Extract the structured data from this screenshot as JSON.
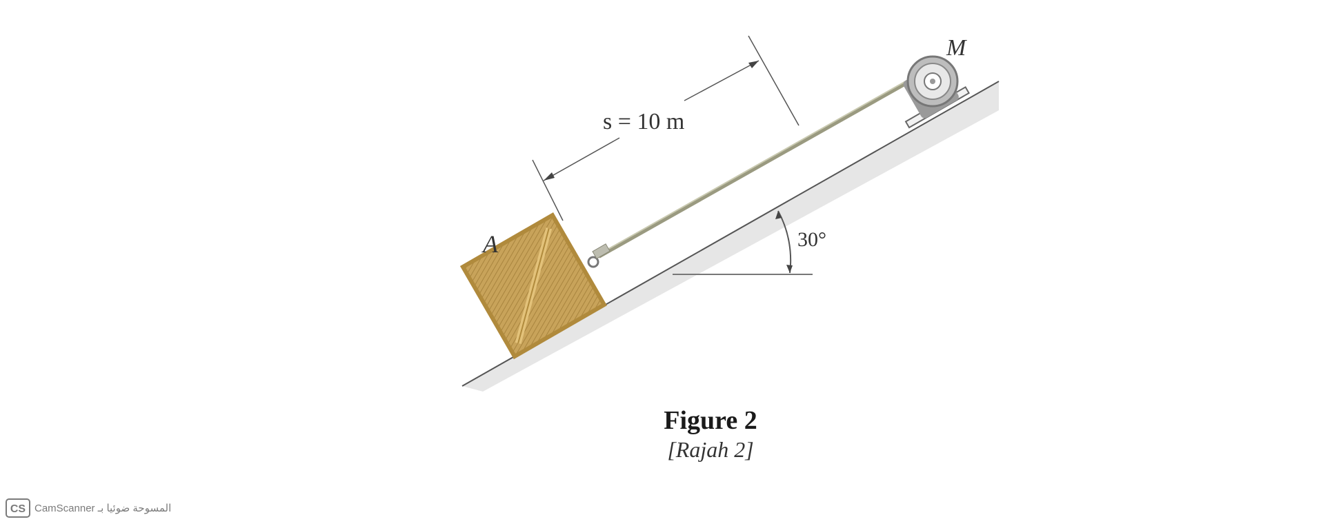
{
  "figure": {
    "label_mass": "A",
    "label_motor": "M",
    "label_distance": "s = 10 m",
    "label_angle": "30°",
    "incline_angle_deg": 30,
    "distance_value_m": 10
  },
  "caption": {
    "title": "Figure 2",
    "subtitle": "[Rajah 2]"
  },
  "watermark": {
    "logo_text": "CS",
    "text": "CamScanner المسوحة ضوئيا بـ"
  },
  "colors": {
    "crate_fill": "#c8a35a",
    "crate_edge": "#b08a3c",
    "incline_line": "#555555",
    "rope": "#9a9a80",
    "motor": "#888888",
    "ground_shade": "#e2e2e2"
  }
}
